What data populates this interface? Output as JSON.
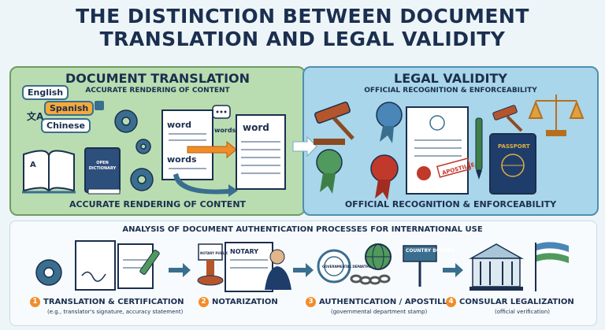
{
  "title": {
    "line1": "THE DISTINCTION BETWEEN DOCUMENT",
    "line2": "TRANSLATION AND LEGAL VALIDITY"
  },
  "translation_panel": {
    "title": "DOCUMENT TRANSLATION",
    "subtitle": "ACCURATE RENDERING OF CONTENT",
    "footer": "ACCURATE RENDERING OF CONTENT",
    "languages": [
      "English",
      "Spanish",
      "Chinese"
    ],
    "dictionary_label": "OPEN DICTIONARY",
    "doc_words": [
      "word",
      "words",
      "words",
      "word"
    ]
  },
  "validity_panel": {
    "title": "LEGAL VALIDITY",
    "subtitle": "OFFICIAL RECOGNITION & ENFORCEABILITY",
    "footer": "OFFICIAL RECOGNITION & ENFORCEABILITY",
    "apostille_stamp": "APOSTILLE",
    "passport_label": "PASSPORT"
  },
  "process": {
    "title": "ANALYSIS OF DOCUMENT AUTHENTICATION PROCESSES FOR INTERNATIONAL USE",
    "steps": [
      {
        "number": "1",
        "label": "TRANSLATION & CERTIFICATION",
        "detail": "(e.g., translator's signature, accuracy statement)"
      },
      {
        "number": "2",
        "label": "NOTARIZATION",
        "detail": ""
      },
      {
        "number": "3",
        "label": "AUTHENTICATION / APOSTILLE",
        "detail": "(governmental department stamp)"
      },
      {
        "number": "4",
        "label": "CONSULAR LEGALIZATION",
        "detail": "(official verification)"
      }
    ],
    "notary_doc": "NOTARY",
    "notary_stamp": "NOTARY PUBLIC",
    "seal_text": "GOVERNMENTAL DEPARTMENT",
    "border_sign": "COUNTRY BORDER"
  },
  "colors": {
    "navy": "#1b2f4f",
    "green_panel": "#b9ddb0",
    "blue_panel": "#a9d6ea",
    "orange": "#f28c28"
  }
}
